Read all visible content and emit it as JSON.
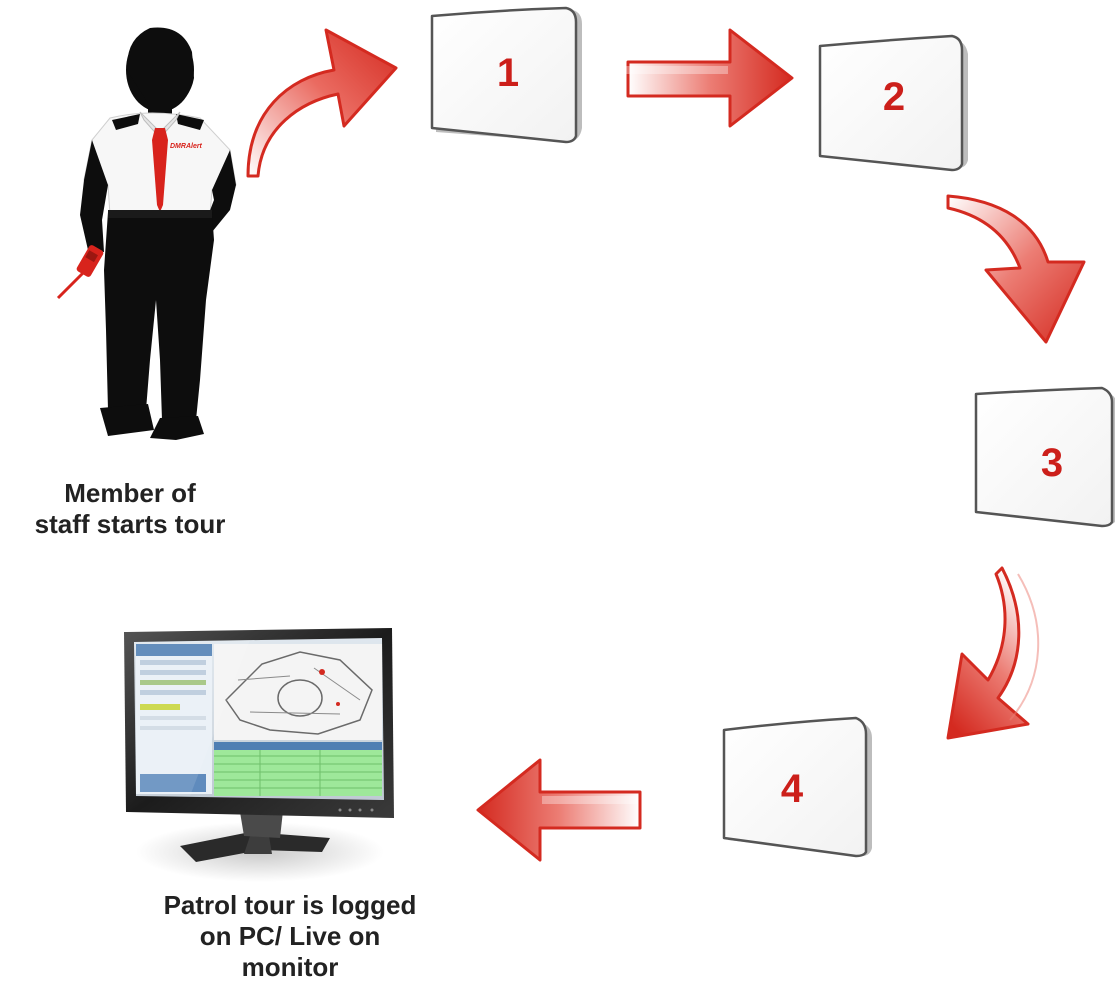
{
  "start_caption": [
    "Member of",
    "staff starts tour"
  ],
  "end_caption": [
    "Patrol tour is logged",
    "on PC/ Live on",
    "monitor"
  ],
  "checkpoints": [
    "1",
    "2",
    "3",
    "4"
  ],
  "badge_text": "DMRAlert",
  "colors": {
    "arrow_red": "#d42a20",
    "arrow_light": "#f6c7c3",
    "card_number": "#cc1f1a",
    "card_border": "#555555",
    "silhouette": "#0d0d0d",
    "tie": "#d8231c",
    "grid_green": "#9ee89a"
  },
  "icons": [
    "guard-silhouette-icon",
    "radio-icon",
    "monitor-icon"
  ]
}
